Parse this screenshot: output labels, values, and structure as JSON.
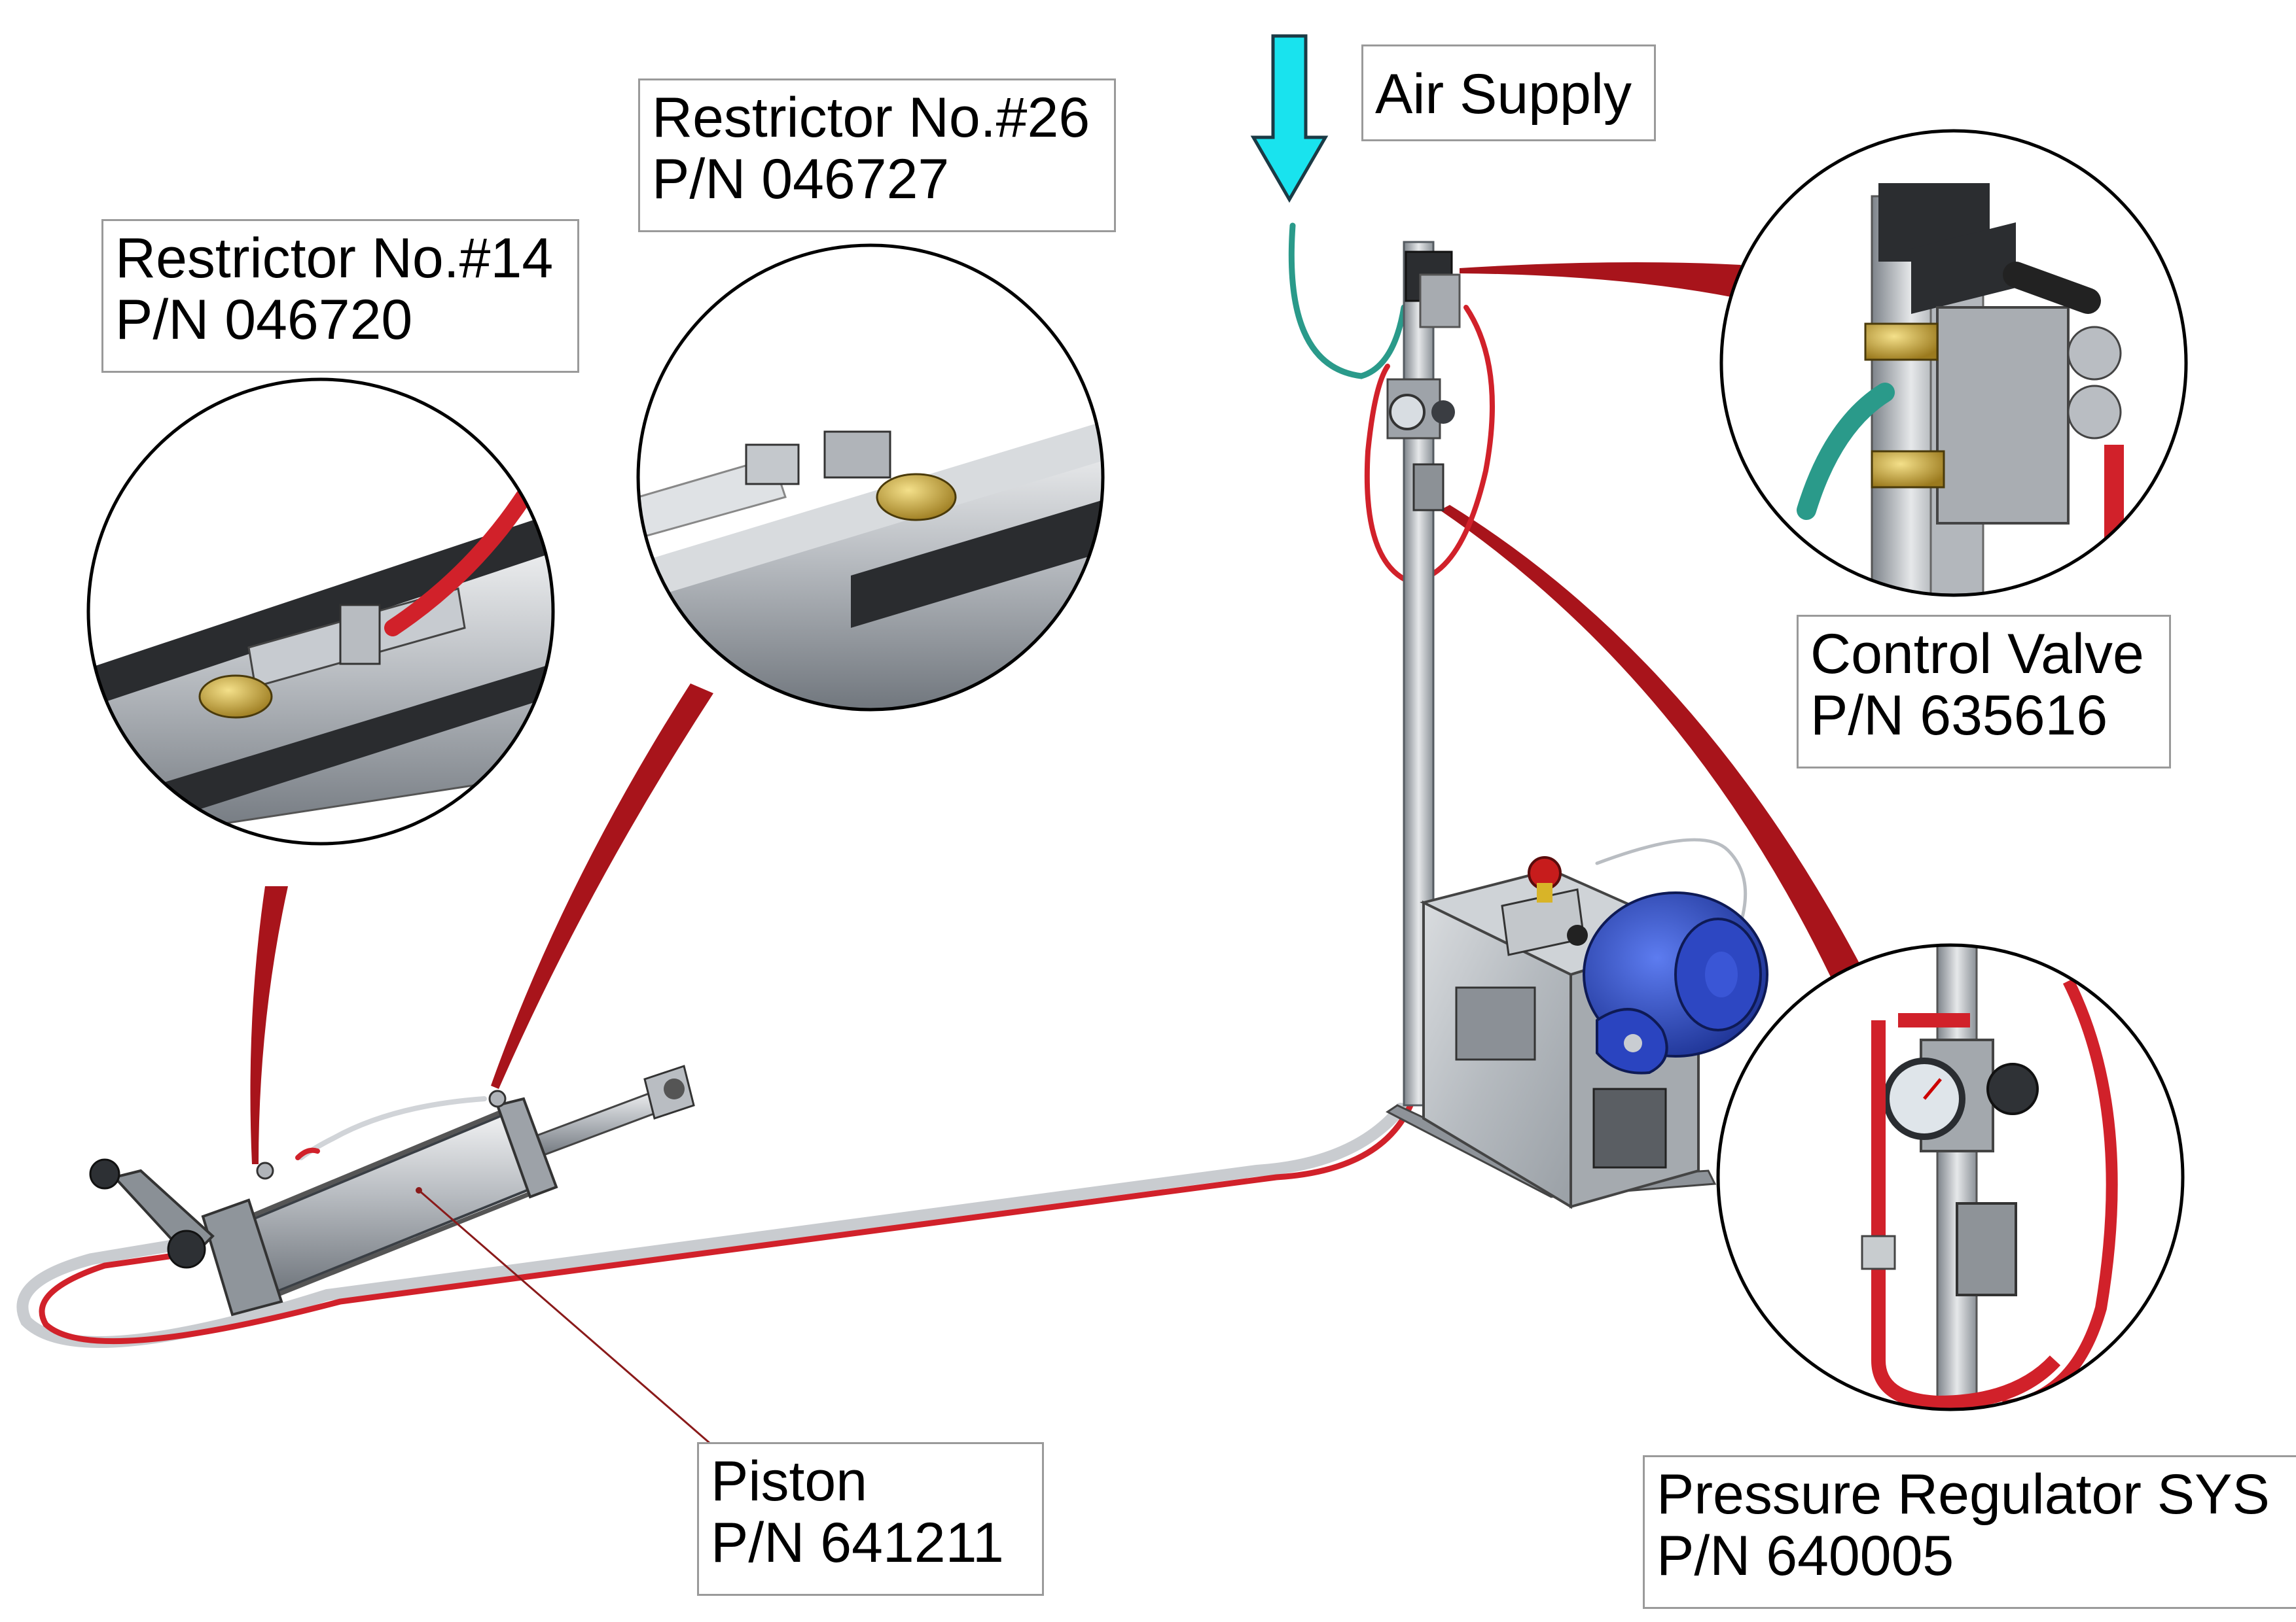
{
  "labels": {
    "air_supply": {
      "name": "Air Supply"
    },
    "restrictor_26": {
      "name": "Restrictor No.#26",
      "pn": "P/N  046727"
    },
    "restrictor_14": {
      "name": "Restrictor No.#14",
      "pn": "P/N  046720"
    },
    "control_valve": {
      "name": "Control Valve",
      "pn": "P/N  635616"
    },
    "piston": {
      "name": "Piston",
      "pn": "P/N  641211"
    },
    "pressure_regulator": {
      "name": "Pressure Regulator SYS",
      "pn": "P/N  640005"
    }
  },
  "colors": {
    "air_arrow": "#19e3ee",
    "red_hose": "#d1212a",
    "callout_wedge": "#a8141b",
    "green_hose": "#2a9a8a",
    "steel": "#a9adb3",
    "motor_blue": "#2440b8",
    "brass": "#c9a93a"
  }
}
